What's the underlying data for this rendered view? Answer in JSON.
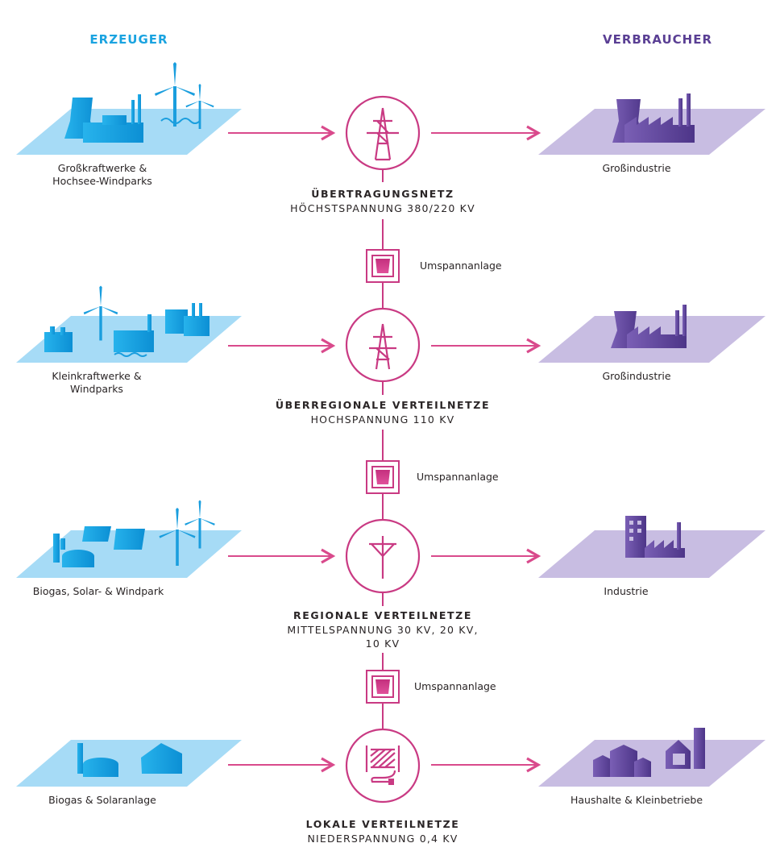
{
  "headers": {
    "producers": "ERZEUGER",
    "consumers": "VERBRAUCHER"
  },
  "colors": {
    "producer": "#1aa3e0",
    "producer_plane": "#a6dbf6",
    "consumer": "#5a3f94",
    "consumer_plane": "#c8bde2",
    "grid": "#c93a83"
  },
  "levels": [
    {
      "producer": "Großkraftwerke &\nHochsee-Windparks",
      "consumer": "Großindustrie",
      "title": "ÜBERTRAGUNGSNETZ",
      "subtitle": "HÖCHSTSPANNUNG 380/220 KV",
      "icon": "transmission-tower-icon"
    },
    {
      "producer": "Kleinkraftwerke &\nWindparks",
      "consumer": "Großindustrie",
      "title": "ÜBERREGIONALE VERTEILNETZE",
      "subtitle": "HOCHSPANNUNG 110 KV",
      "icon": "tower-icon"
    },
    {
      "producer": "Biogas, Solar- & Windpark",
      "consumer": "Industrie",
      "title": "REGIONALE VERTEILNETZE",
      "subtitle": "MITTELSPANNUNG 30 KV, 20 KV,\n10 KV",
      "icon": "utility-pole-icon"
    },
    {
      "producer": "Biogas & Solaranlage",
      "consumer": "Haushalte & Kleinbetriebe",
      "title": "LOKALE VERTEILNETZE",
      "subtitle": "NIEDERSPANNUNG 0,4 KV",
      "icon": "cable-reel-icon"
    }
  ],
  "substations": [
    "Umspannanlage",
    "Umspannanlage",
    "Umspannanlage"
  ]
}
